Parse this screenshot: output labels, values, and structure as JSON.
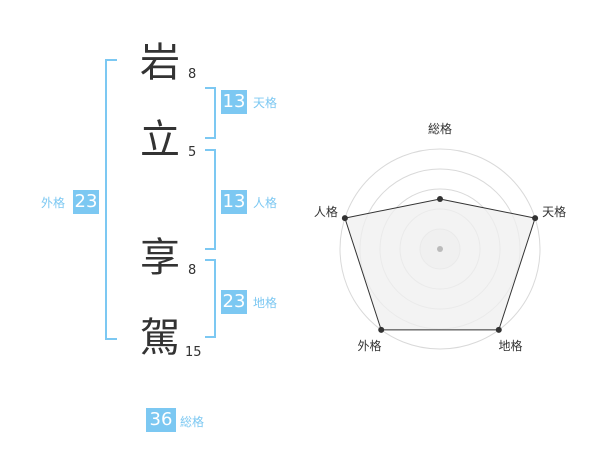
{
  "name": {
    "chars": [
      {
        "char": "岩",
        "strokes": "8"
      },
      {
        "char": "立",
        "strokes": "5"
      },
      {
        "char": "享",
        "strokes": "8"
      },
      {
        "char": "駕",
        "strokes": "15"
      }
    ]
  },
  "scores": {
    "tenkaku": {
      "value": "13",
      "label": "天格"
    },
    "jinkaku": {
      "value": "13",
      "label": "人格"
    },
    "chikaku": {
      "value": "23",
      "label": "地格"
    },
    "gaikaku": {
      "value": "23",
      "label": "外格"
    },
    "soukaku": {
      "value": "36",
      "label": "総格"
    }
  },
  "chart_data": {
    "type": "radar",
    "axes": [
      "総格",
      "天格",
      "地格",
      "外格",
      "人格"
    ],
    "values": [
      0.5,
      1.0,
      1.0,
      1.0,
      1.0
    ],
    "rings": 5,
    "colors": {
      "fill": "#efefef",
      "line": "#333333",
      "grid": "#d9d9d9",
      "center": "#bbbbbb"
    }
  },
  "colors": {
    "accent": "#7cc8f2",
    "text": "#333333"
  }
}
